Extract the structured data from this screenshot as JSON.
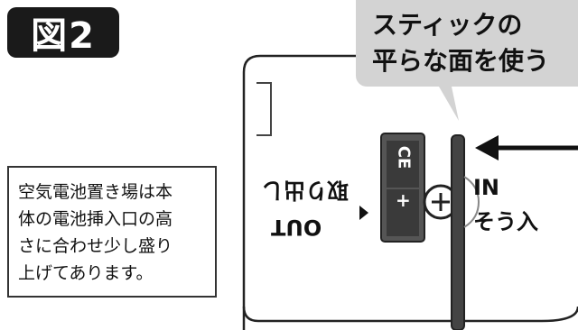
{
  "figure_label": "図2",
  "callout_text": "スティックの\n平らな面を使う",
  "note_text": "空気電池置き場は本\n体の電池挿入口の高\nさに合わせ少し盛り\n上げてあります。",
  "port_in_label": "IN",
  "port_in_jp_label": "そう入",
  "port_out_label": "OUT",
  "port_out_jp_label": "取り出し",
  "battery_ce_mark": "CE",
  "battery_plus_mark": "+"
}
